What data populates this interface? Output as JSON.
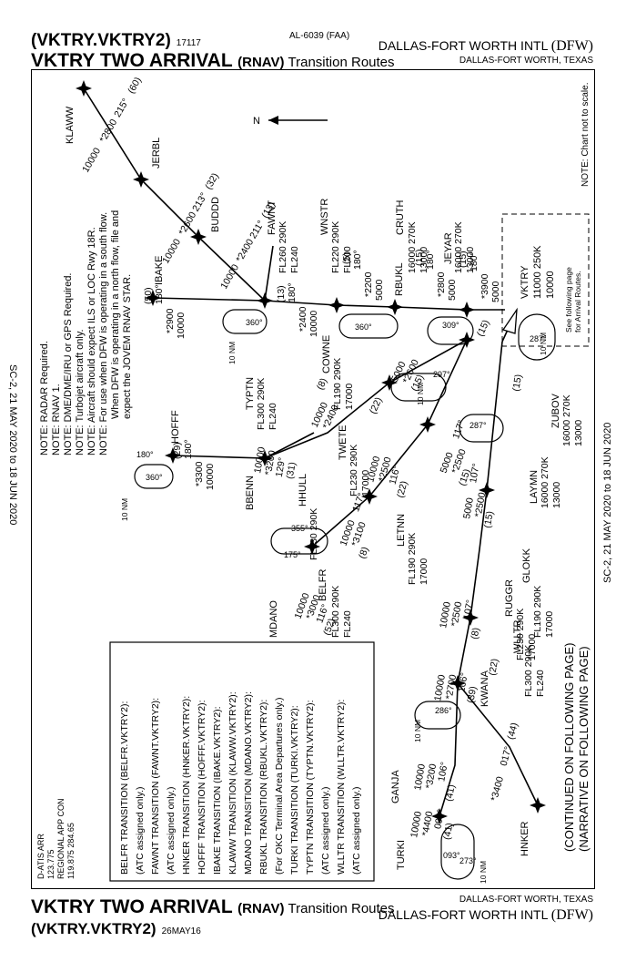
{
  "header": {
    "code": "(VKTRY.VKTRY2)",
    "code_num": "17117",
    "title": "VKTRY TWO ARRIVAL",
    "rnav": "(RNAV)",
    "subtitle": "Transition Routes",
    "faa": "AL-6039 (FAA)",
    "airport": "DALLAS-FORT WORTH INTL",
    "airport_id": "(DFW)",
    "city": "DALLAS-FORT WORTH, TEXAS"
  },
  "footer": {
    "title": "VKTRY TWO ARRIVAL",
    "rnav": "(RNAV)",
    "subtitle": "Transition Routes",
    "code": "(VKTRY.VKTRY2)",
    "date": "26MAY16",
    "city": "DALLAS-FORT WORTH, TEXAS",
    "airport": "DALLAS-FORT WORTH INTL",
    "airport_id": "(DFW)"
  },
  "sidebar": {
    "cycle": "SC-2,  21 MAY 2020  to  18 JUN 2020"
  },
  "comms": {
    "lines": [
      "D-ATIS ARR",
      "123.775",
      "REGIONAL APP CON",
      "119.875  284.65"
    ]
  },
  "notes": [
    "NOTE: RADAR Required.",
    "NOTE: RNAV 1.",
    "NOTE: DME/DME/IRU or GPS Required.",
    "NOTE: Turbojet aircraft only.",
    "NOTE: Aircraft should expect ILS or LOC Rwy 18R.",
    "NOTE: For use when DFW is operating in a south flow.",
    "When DFW is operating in a north flow, file and",
    "expect the JOVEM RNAV STAR."
  ],
  "scale_note": "NOTE: Chart not to scale.",
  "north_label": "N",
  "transitions": [
    "BELFR TRANSITION (BELFR.VKTRY2):",
    "(ATC assigned only.)",
    "FAWNT TRANSITION (FAWNT.VKTRY2):",
    "(ATC assigned only.)",
    "HNKER TRANSITION (HNKER.VKTRY2):",
    "HOFFF TRANSITION (HOFFF.VKTRY2):",
    "IBAKE TRANSITION (IBAKE.VKTRY2):",
    "KLAWW TRANSITION (KLAWW.VKTRY2):",
    "MDANO TRANSITION (MDANO.VKTRY2):",
    "RBUKL TRANSITION (RBUKL.VKTRY2):",
    "(For OKC Terminal Area Departures only.)",
    "TURKI TRANSITION (TURKI.VKTRY2):",
    "TYPTN TRANSITION (TYPTN.VKTRY2):",
    "(ATC assigned only.)",
    "WLLTR TRANSITION (WLLTR.VKTRY2):",
    "(ATC assigned only.)"
  ],
  "continued": [
    "(CONTINUED ON FOLLOWING PAGE)",
    "(NARRATIVE ON FOLLOWING PAGE)"
  ],
  "vktry_box": [
    "VKTRY",
    "11000  250K",
    "10000"
  ],
  "see_following": [
    "See following page",
    "for Arrival Routes."
  ],
  "labels": {
    "klaww": "KLAWW",
    "klaww_leg": [
      "10000",
      "*2800",
      "215°",
      "(60)"
    ],
    "jerbl": "JERBL",
    "jerbl_leg": [
      "10000",
      "*2600",
      "213°",
      "(32)"
    ],
    "buddd": "BUDDD",
    "buddd_leg": [
      "10000",
      "*2400",
      "211°",
      "(13)"
    ],
    "ibake": "IBAKE",
    "ibake_leg": [
      "10000",
      "*2900",
      "180°",
      "(50)"
    ],
    "fawnt": "FAWNT",
    "fawnt_alt": [
      "FL260  290K",
      "FL240"
    ],
    "fawnt_leg": [
      "10000",
      "*2400",
      "180°",
      "(13)"
    ],
    "wnstr": "WNSTR",
    "wnstr_alt": [
      "FL220  290K",
      "FL200"
    ],
    "cruth": "CRUTH",
    "cruth_alt": [
      "16000  270K",
      "13000"
    ],
    "jeyar": "JEYAR",
    "jeyar_alt": [
      "16000  270K",
      "13000"
    ],
    "rbukl": "RBUKL",
    "rbukl_leg": [
      "5000",
      "*2200",
      "180°",
      "(5)"
    ],
    "rbukl_leg2": [
      "5000",
      "*2800",
      "180°",
      "(15)"
    ],
    "vktry_leg": [
      "5000",
      "*3900",
      "180°",
      "(15)"
    ],
    "hoff": "HOFFF",
    "hoff_leg": [
      "10000",
      "*3300",
      "180°",
      "(29)"
    ],
    "bbenn": "BBENN",
    "bbenn_leg": [
      "10000",
      "*3200",
      "129°",
      "(31)"
    ],
    "typtn": "TYPTN",
    "typtn_alt": [
      "FL300  290K",
      "FL240"
    ],
    "typtn_leg": [
      "10000",
      "*2400",
      "(8)"
    ],
    "cowne": "COWNE",
    "cowne_alt": [
      "FL190  290K",
      "17000"
    ],
    "cowne_leg": [
      "5000",
      "*2600",
      "(15)"
    ],
    "twete": "TWETE",
    "twete_alt": [
      "FL230  290K",
      "17000"
    ],
    "twete_leg": [
      "(22)"
    ],
    "hhull": "HHULL",
    "hhull_alt": [
      "FL230  290K"
    ],
    "hhull_leg": [
      "10000",
      "*2500",
      "116°",
      "(22)"
    ],
    "mdano": "MDANO",
    "mdano_leg": [
      "10000",
      "*3000",
      "116°",
      "(52)"
    ],
    "belfr": "BELFR",
    "belfr_alt": [
      "FL300  290K",
      "FL240"
    ],
    "belfr_leg": [
      "10000",
      "*3100",
      "117°",
      "(8)"
    ],
    "letnn": "LETNN",
    "letnn_alt": [
      "FL190  290K",
      "17000"
    ],
    "letnn_leg": [
      "5000",
      "*2500",
      "117°",
      "(15)"
    ],
    "zubov": "ZUBOV",
    "zubov_alt": [
      "16000  270K",
      "13000"
    ],
    "laymn": "LAYMN",
    "laymn_alt": [
      "16000  270K",
      "13000"
    ],
    "laymn_leg": [
      "5000",
      "*2500",
      "107°",
      "(15)"
    ],
    "glokk": "GLOKK",
    "glokk_alt": [
      "FL190  290K",
      "17000"
    ],
    "ruggr": "RUGGR",
    "ruggr_alt": [
      "FL230  290K",
      "17000"
    ],
    "ruggr_leg": [
      "10000",
      "*2500",
      "107°",
      "(8)"
    ],
    "wlltr": "WLLTR",
    "wlltr_alt": [
      "FL300  290K",
      "FL240"
    ],
    "wlltr_leg": [
      "10000",
      "*2700",
      "106°",
      "(39)"
    ],
    "kwana": "KWANA",
    "ganja": "GANJA",
    "ganja_leg": [
      "10000",
      "*3200",
      "106°",
      "(41)"
    ],
    "turki": "TURKI",
    "turki_leg": [
      "10000",
      "*4400",
      "094°",
      "(41)"
    ],
    "hnker": "HNKER",
    "hnker_leg": [
      "*3400",
      "017°",
      "(44)"
    ],
    "ten_nm": "10 NM",
    "hold_courses": [
      "360°",
      "360°",
      "360°",
      "309°",
      "297°",
      "287°",
      "287°",
      "355°",
      "175°",
      "286°",
      "093°",
      "273°",
      "180°"
    ],
    "conn_15": "(15)",
    "conn_22": "(22)",
    "conn_15b": "(15)"
  }
}
